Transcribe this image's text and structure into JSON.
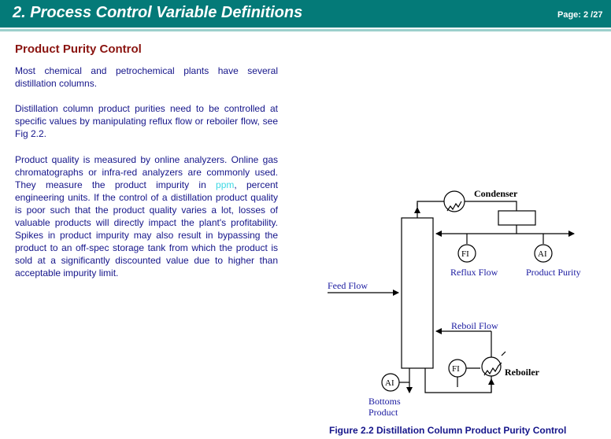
{
  "header": {
    "title": "2. Process Control Variable Definitions",
    "page": "Page:  2 /27"
  },
  "section": {
    "title": "Product Purity Control"
  },
  "body": {
    "p1": "Most chemical and petrochemical plants have several distillation columns.",
    "p2": "Distillation column product purities need to be controlled at specific values by manipulating reflux flow or reboiler flow, see Fig 2.2.",
    "p3_before": "Product quality is measured by online analyzers. Online gas chromatographs or infra-red analyzers are commonly used.  They measure the product impurity in ",
    "p3_link": "ppm",
    "p3_after": ", percent engineering units.  If the control of a distillation product quality is poor such that the product quality varies a lot, losses of valuable products will directly impact the plant's profitability.  Spikes in product impurity may also result in bypassing the product to an off-spec storage tank from which the product is sold at a significantly discounted value due to higher than acceptable impurity limit."
  },
  "diagram": {
    "condenser": "Condenser",
    "reboiler": "Reboiler",
    "feed_flow": "Feed Flow",
    "reflux_flow": "Reflux Flow",
    "product_purity": "Product Purity",
    "reboil_flow": "Reboil Flow",
    "bottoms_line1": "Bottoms",
    "bottoms_line2": "Product",
    "fi_top": "FI",
    "ai_top": "AI",
    "fi_bottom": "FI",
    "ai_bottom": "AI"
  },
  "caption": "Figure 2.2 Distillation Column Product Purity Control",
  "colors": {
    "header_bg": "#047a78",
    "title_color": "#8a1410",
    "body_text": "#15158a",
    "link": "#3cd8e4"
  }
}
